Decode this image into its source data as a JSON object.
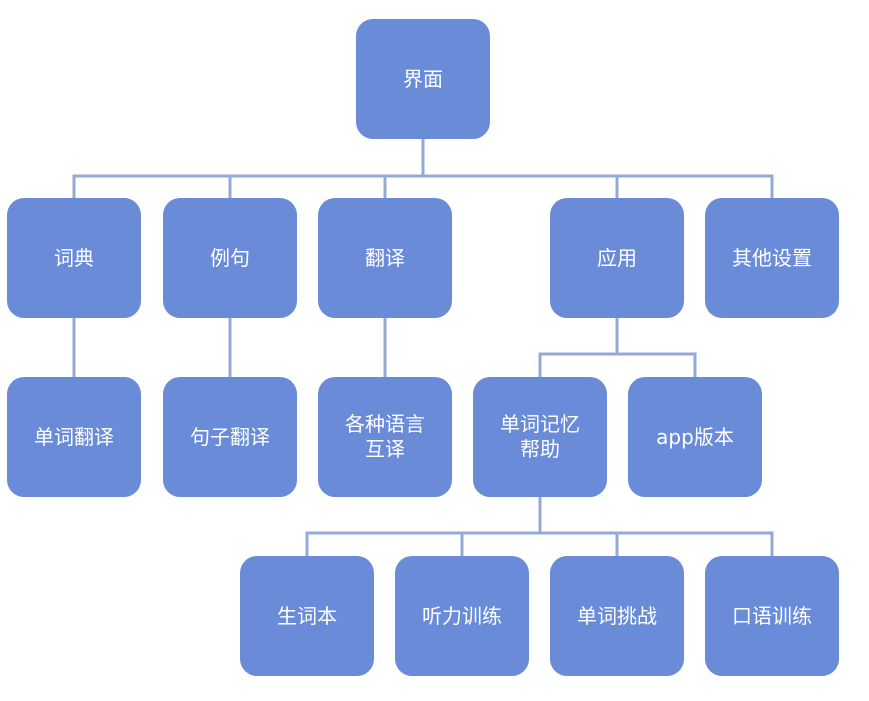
{
  "colors": {
    "node_fill": "#6a8cd8",
    "connector": "#93aad6",
    "node_text": "#ffffff",
    "background": "#ffffff"
  },
  "tree": {
    "root": {
      "label": "界面"
    },
    "level1": [
      {
        "label": "词典"
      },
      {
        "label": "例句"
      },
      {
        "label": "翻译"
      },
      {
        "label": "应用"
      },
      {
        "label": "其他设置"
      }
    ],
    "level2": [
      {
        "label": "单词翻译"
      },
      {
        "label": "句子翻译"
      },
      {
        "label": "各种语言\n互译"
      },
      {
        "label": "单词记忆\n帮助"
      },
      {
        "label": "app版本"
      }
    ],
    "level3": [
      {
        "label": "生词本"
      },
      {
        "label": "听力训练"
      },
      {
        "label": "单词挑战"
      },
      {
        "label": "口语训练"
      }
    ]
  }
}
